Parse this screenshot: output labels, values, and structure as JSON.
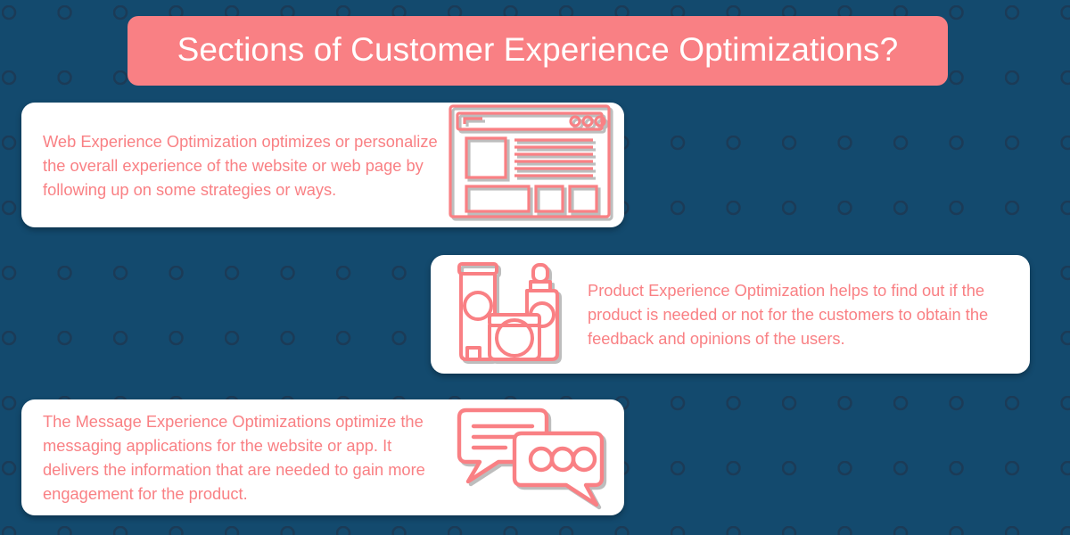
{
  "theme": {
    "background_color": "#134A6E",
    "pattern_ring_color": "#1B3B57",
    "accent_color": "#F98084",
    "card_background": "#FFFFFF",
    "title_text_color": "#FFFFFF"
  },
  "header": {
    "title": "Sections of Customer Experience Optimizations?"
  },
  "cards": [
    {
      "id": "web-experience",
      "text": "Web Experience Optimization optimizes or personalize the overall experience of the website or web page by following up on some strategies or ways.",
      "icon": "browser-wireframe-icon",
      "icon_side": "right"
    },
    {
      "id": "product-experience",
      "text": "Product Experience Optimization helps to find out if the product is needed or not for the customers to obtain the feedback and opinions of the users.",
      "icon": "cosmetic-products-icon",
      "icon_side": "left"
    },
    {
      "id": "message-experience",
      "text": "The Message Experience Optimizations optimize the messaging applications for the website or app. It delivers the information that are needed to gain more engagement for the product.",
      "icon": "chat-bubbles-icon",
      "icon_side": "right"
    }
  ]
}
